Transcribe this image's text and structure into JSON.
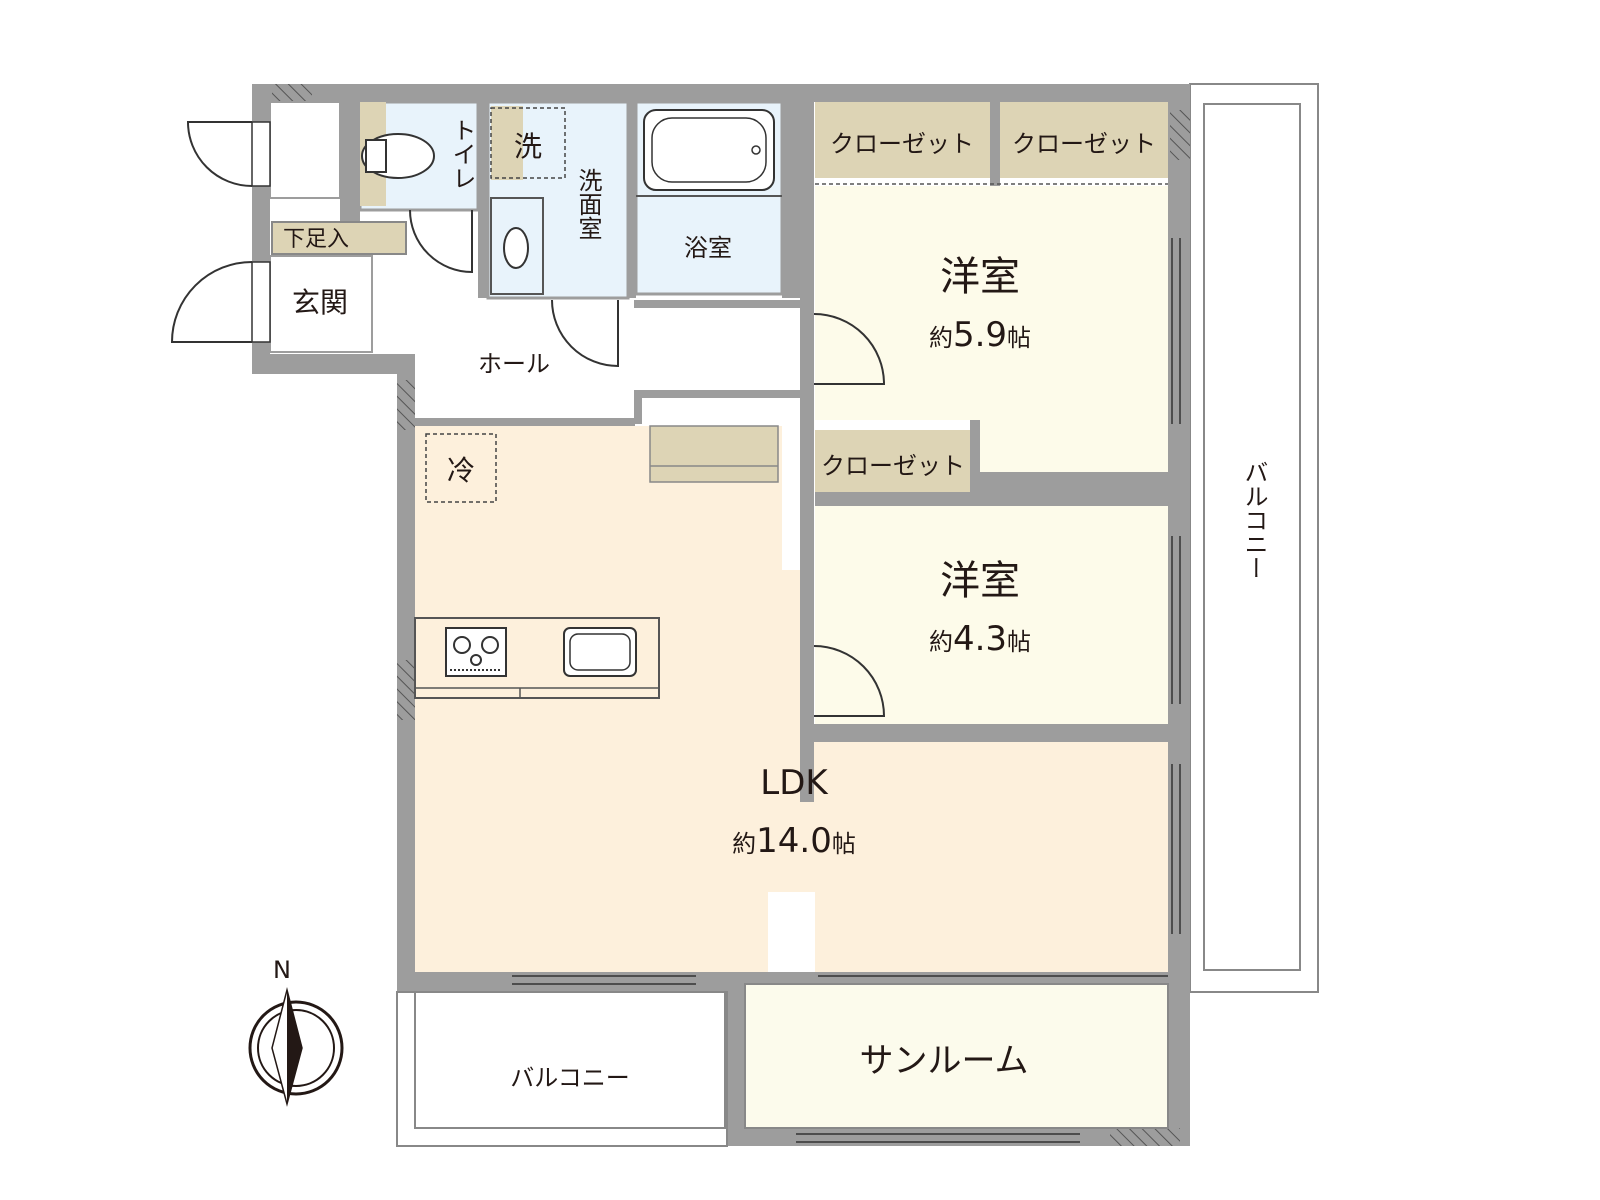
{
  "rooms": {
    "western1": {
      "name": "洋室",
      "area_prefix": "約",
      "area_value": "5.9",
      "area_unit": "帖"
    },
    "western2": {
      "name": "洋室",
      "area_prefix": "約",
      "area_value": "4.3",
      "area_unit": "帖"
    },
    "ldk": {
      "name": "LDK",
      "area_prefix": "約",
      "area_value": "14.0",
      "area_unit": "帖"
    },
    "closet_a": "クローゼット",
    "closet_b": "クローゼット",
    "closet_c": "クローゼット",
    "toilet": "トイレ",
    "washer": "洗",
    "washroom": "洗面室",
    "bath": "浴室",
    "shoe_storage": "下足入",
    "entrance": "玄関",
    "hall": "ホール",
    "fridge": "冷",
    "balcony_east": "バルコニー",
    "balcony_south": "バルコニー",
    "sunroom": "サンルーム"
  },
  "compass": {
    "north": "N"
  },
  "colors": {
    "ldk_floor": "#fdf0dc",
    "western_floor": "#fdfbea",
    "wet_area": "#e8f3fb",
    "closet": "#ddd4b5",
    "sunroom_floor": "#fcfbec",
    "wall": "#9d9d9d"
  }
}
